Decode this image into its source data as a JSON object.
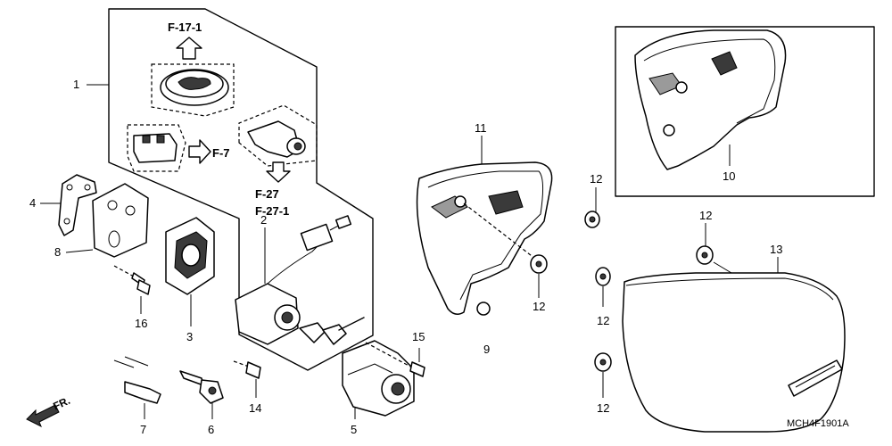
{
  "diagram": {
    "part_numbers": {
      "p1": "1",
      "p2": "2",
      "p3": "3",
      "p4": "4",
      "p5": "5",
      "p6": "6",
      "p7": "7",
      "p8": "8",
      "p9": "9",
      "p10": "10",
      "p11": "11",
      "p12": "12",
      "p13": "13",
      "p14": "14",
      "p15": "15",
      "p16": "16"
    },
    "references": {
      "f17_1": "F-17-1",
      "f7": "F-7",
      "f27": "F-27",
      "f27_1": "F-27-1"
    },
    "direction_label": "FR.",
    "diagram_code": "MCH4F1901A"
  }
}
